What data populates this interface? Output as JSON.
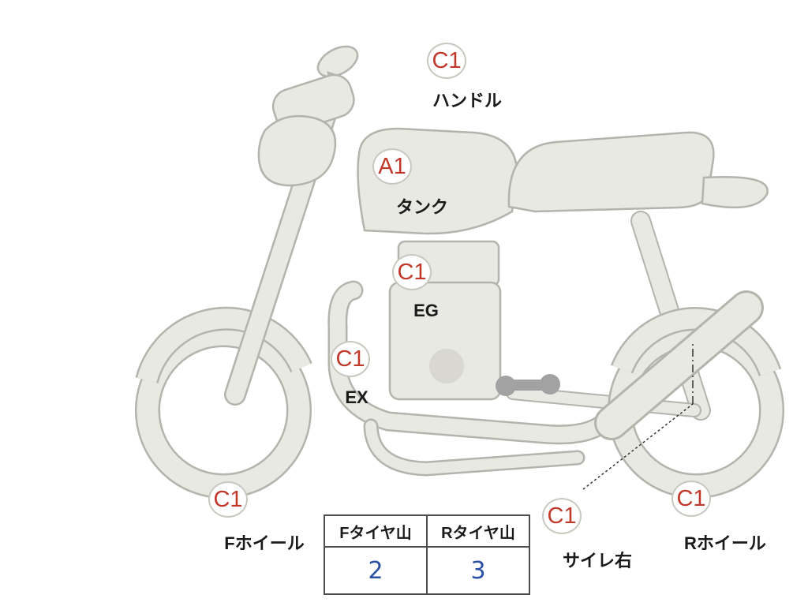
{
  "markers": [
    {
      "id": "handle",
      "grade": "C1",
      "label": "ハンドル"
    },
    {
      "id": "tank",
      "grade": "A1",
      "label": "タンク"
    },
    {
      "id": "engine",
      "grade": "C1",
      "label": "EG"
    },
    {
      "id": "exhaust",
      "grade": "C1",
      "label": "EX"
    },
    {
      "id": "front-wheel",
      "grade": "C1",
      "label": "Fホイール"
    },
    {
      "id": "silencer-right",
      "grade": "C1",
      "label": "サイレ右"
    },
    {
      "id": "rear-wheel",
      "grade": "C1",
      "label": "Rホイール"
    }
  ],
  "tire_table": {
    "headers": [
      "Fタイヤ山",
      "Rタイヤ山"
    ],
    "values": [
      "2",
      "3"
    ]
  },
  "colors": {
    "grade_text": "#c0392b",
    "tire_value_text": "#2a4fa5",
    "body_fill": "#e9e9e3",
    "body_stroke": "#b4b4ac"
  }
}
